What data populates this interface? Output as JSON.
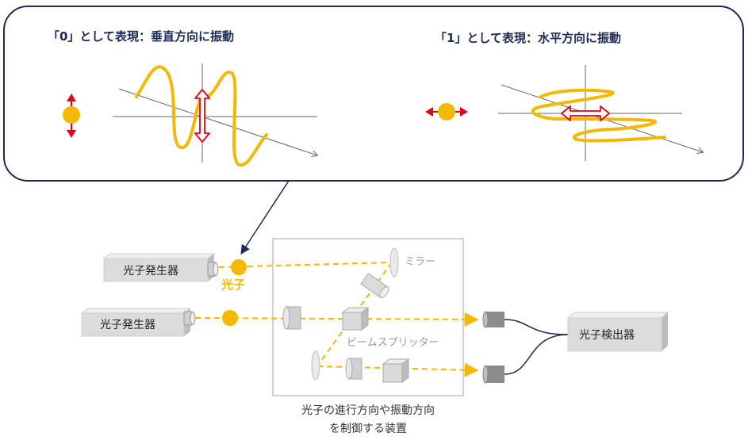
{
  "panel": {
    "left_heading": "「0」として表現：垂直方向に振動",
    "right_heading": "「1」として表現：水平方向に振動"
  },
  "apparatus": {
    "generator_top": "光子発生器",
    "generator_bottom": "光子発生器",
    "photon_label": "光子",
    "mirror_label": "ミラー",
    "splitter_label": "ビームスプリッター",
    "detector_label": "光子検出器",
    "caption_line1": "光子の進行方向や振動方向",
    "caption_line2": "を制御する装置"
  },
  "colors": {
    "photon": "#f5b800",
    "arrow_red": "#e60012",
    "panel_border": "#1d2a55",
    "device_gray": "#d9d9d9"
  }
}
